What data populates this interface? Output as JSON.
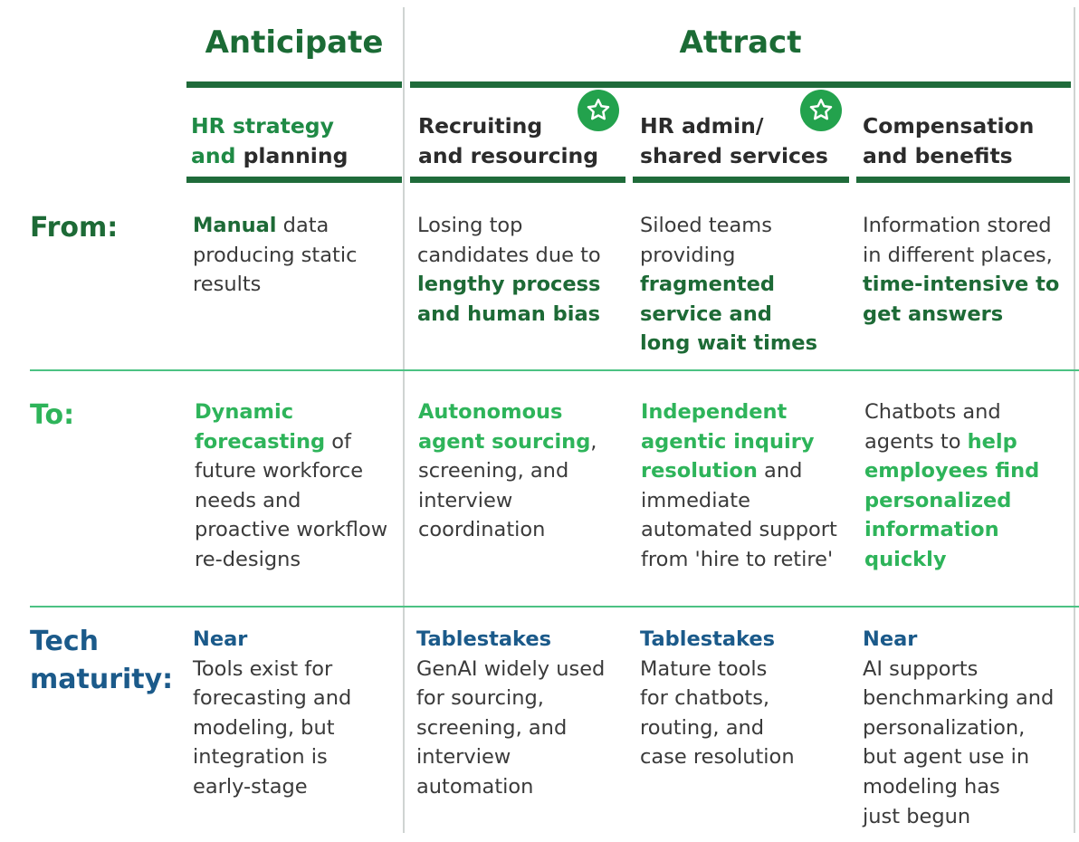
{
  "sections": {
    "anticipate": "Anticipate",
    "attract": "Attract"
  },
  "columns": {
    "hr_strategy": {
      "line1_a": "HR strategy",
      "line2_a": "and",
      "line2_b": " planning"
    },
    "recruiting": {
      "line1": "Recruiting",
      "line2": "and resourcing"
    },
    "hr_admin": {
      "line1": "HR admin/",
      "line2": "shared services"
    },
    "compensation": {
      "line1": "Compensation",
      "line2": "and benefits"
    }
  },
  "row_labels": {
    "from": "From:",
    "to": "To:",
    "tech_line1": "Tech",
    "tech_line2": "maturity:"
  },
  "from": {
    "hr_strategy": {
      "l1_bold": "Manual",
      "l1_rest": " data",
      "l2": "producing static",
      "l3": "results"
    },
    "recruiting": {
      "l1": "Losing top",
      "l2": "candidates due to",
      "l3_bold": "lengthy process",
      "l4_bold": "and human bias"
    },
    "hr_admin": {
      "l1": "Siloed teams",
      "l2": "providing",
      "l3_bold": "fragmented",
      "l4_bold": "service and",
      "l5_bold": "long wait times"
    },
    "compensation": {
      "l1": "Information stored",
      "l2": "in different places,",
      "l3_bold": "time-intensive to",
      "l4_bold": "get answers"
    }
  },
  "to": {
    "hr_strategy": {
      "l1_bold": "Dynamic",
      "l2_bold": "forecasting",
      "l2_rest": " of",
      "l3": "future workforce",
      "l4": "needs and",
      "l5": "proactive workflow",
      "l6": "re-designs"
    },
    "recruiting": {
      "l1_bold": "Autonomous",
      "l2_bold": "agent sourcing",
      "l2_rest": ",",
      "l3": "screening, and",
      "l4": "interview",
      "l5": "coordination"
    },
    "hr_admin": {
      "l1_bold": "Independent",
      "l2_bold": "agentic inquiry",
      "l3_bold": "resolution",
      "l3_rest": " and",
      "l4": "immediate",
      "l5": "automated support",
      "l6": "from 'hire to retire'"
    },
    "compensation": {
      "l1": "Chatbots and",
      "l2": "agents to ",
      "l2_bold": "help",
      "l3_bold": "employees find",
      "l4_bold": "personalized",
      "l5_bold": "information",
      "l6_bold": "quickly"
    }
  },
  "tech": {
    "hr_strategy": {
      "level": "Near",
      "l1": "Tools exist for",
      "l2": "forecasting and",
      "l3": "modeling, but",
      "l4": "integration is",
      "l5": "early-stage"
    },
    "recruiting": {
      "level": "Tablestakes",
      "l1": "GenAI widely used",
      "l2": "for sourcing,",
      "l3": "screening, and",
      "l4": "interview",
      "l5": "automation"
    },
    "hr_admin": {
      "level": "Tablestakes",
      "l1": "Mature tools",
      "l2": "for chatbots,",
      "l3": "routing, and",
      "l4": "case resolution"
    },
    "compensation": {
      "level": "Near",
      "l1": "AI supports",
      "l2": "benchmarking and",
      "l3": "personalization,",
      "l4": "but agent use in",
      "l5": "modeling has",
      "l6": "just begun"
    }
  },
  "colors": {
    "dark_green": "#1d6a36",
    "light_green": "#2eb45a",
    "blue": "#1b5a8a",
    "star": "#23a24d"
  },
  "icons": {
    "star": "star-icon"
  }
}
